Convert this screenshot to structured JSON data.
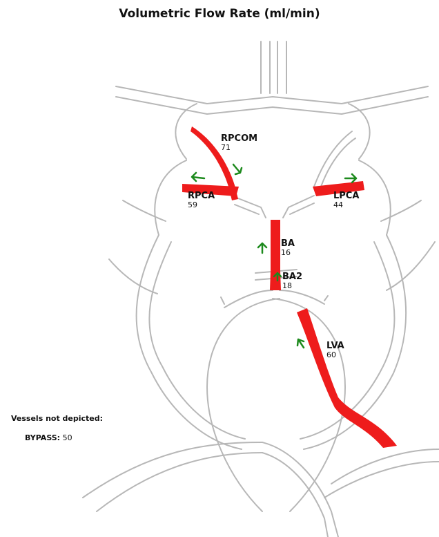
{
  "title": "Volumetric Flow Rate (ml/min)",
  "vessels": [
    {
      "id": "rpcom",
      "name": "RPCOM",
      "value": "71"
    },
    {
      "id": "rpca",
      "name": "RPCA",
      "value": "59"
    },
    {
      "id": "lpca",
      "name": "LPCA",
      "value": "44"
    },
    {
      "id": "ba",
      "name": "BA",
      "value": "16"
    },
    {
      "id": "ba2",
      "name": "BA2",
      "value": "18"
    },
    {
      "id": "lva",
      "name": "LVA",
      "value": "60"
    }
  ],
  "not_depicted": {
    "heading": "Vessels not depicted:",
    "items": [
      {
        "name": "BYPASS:",
        "value": "50"
      }
    ]
  },
  "colors": {
    "flow": "#ee1c1c",
    "arrow": "#1d8a1d",
    "outline": "#b7b7b7"
  }
}
